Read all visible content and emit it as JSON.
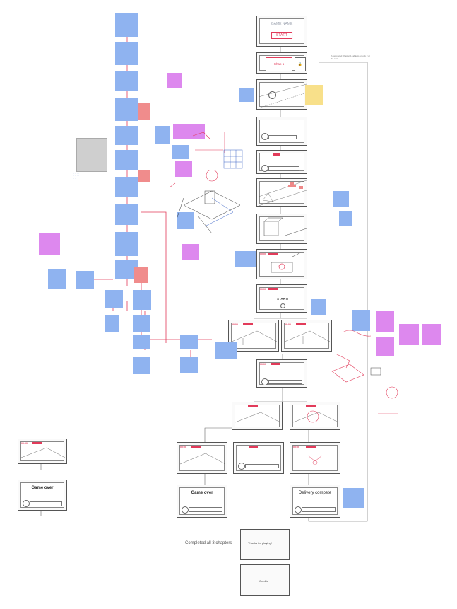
{
  "colors": {
    "accent": "#e23b5a",
    "sticky_blue": "#8fb3f0",
    "sticky_pink": "#dd88ee",
    "sticky_red": "#f08c8c",
    "sticky_yellow": "#f8e08a"
  },
  "frames": {
    "title_screen": {
      "title": "GAME NAME",
      "button": "START"
    },
    "chapter_select": {
      "label": "Chap 1"
    },
    "counter": "00:00",
    "start_screen": {
      "label": "START!"
    },
    "game_over_left": {
      "title": "Game over"
    },
    "game_over_mid": {
      "title": "Game over"
    },
    "delivery": {
      "title": "Delivery compete"
    },
    "thanks": {
      "text": "Thanks for playing!"
    },
    "credits": {
      "text": "Credits"
    }
  },
  "labels": {
    "completed": "Completed all 3 chapters",
    "annotation_top": "If completed chapter 1, able to unlock 2 or the rest"
  }
}
